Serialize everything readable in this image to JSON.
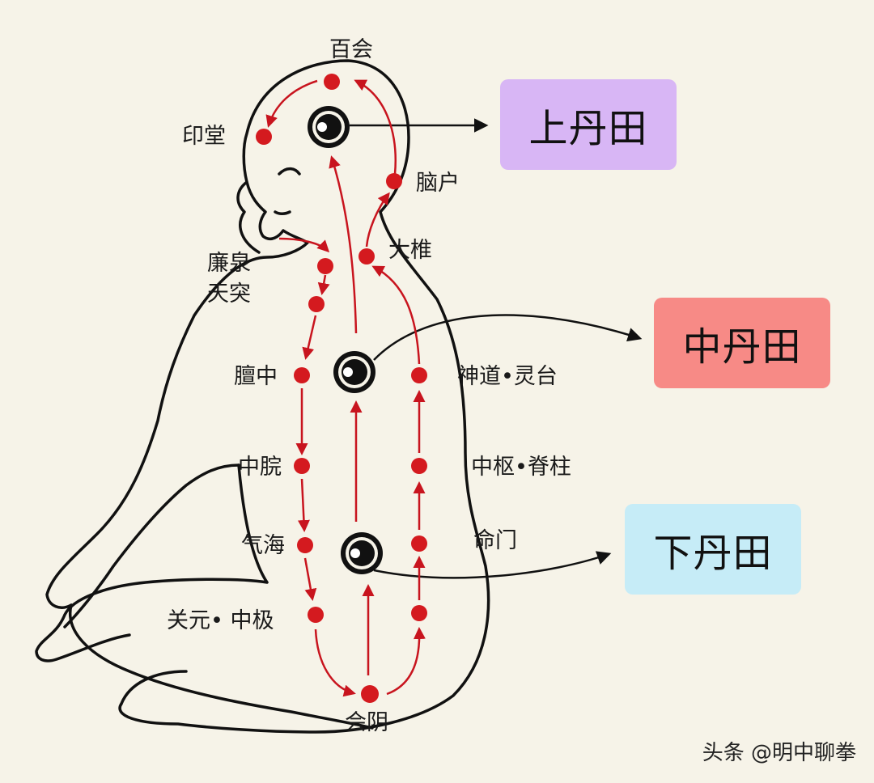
{
  "labels": {
    "baihui": "百会",
    "yintang": "印堂",
    "naohu": "脑户",
    "dazhui": "大椎",
    "lianquan": "廉泉",
    "tiantu": "天突",
    "tanzhong": "膻中",
    "shendao": "神道•灵台",
    "zhongwan": "中脘",
    "zhongshu": "中枢•脊柱",
    "qihai": "气海",
    "mingmen": "命门",
    "guanyuan": "关元• 中极",
    "huiyin": "会阴"
  },
  "dantian": {
    "upper": "上丹田",
    "middle": "中丹田",
    "lower": "下丹田"
  },
  "colors": {
    "upper_box": "#d8b6f5",
    "middle_box": "#f78a86",
    "lower_box": "#c6ecf7",
    "meridian": "#c8141e",
    "outline": "#111111"
  },
  "watermark": "头条 @明中聊拳"
}
